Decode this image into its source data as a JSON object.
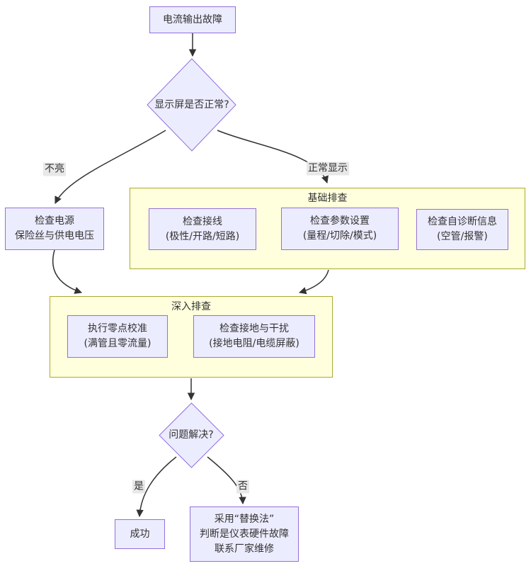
{
  "colors": {
    "node_fill": "#ececff",
    "node_border": "#9370db",
    "group_fill": "#ffffde",
    "group_border": "#aaaa33",
    "edge_stroke": "#333333",
    "edge_label_bg": "#e8e8e8",
    "text": "#333333",
    "background": "#ffffff"
  },
  "flowchart": {
    "nodes": {
      "start": {
        "lines": [
          "电流输出故障"
        ]
      },
      "display_check": {
        "lines": [
          "显示屏是否正常?"
        ]
      },
      "check_power": {
        "lines": [
          "检查电源",
          "保险丝与供电电压"
        ]
      },
      "check_wiring": {
        "lines": [
          "检查接线",
          "(极性/开路/短路)"
        ]
      },
      "check_params": {
        "lines": [
          "检查参数设置",
          "(量程/切除/模式)"
        ]
      },
      "check_selfdiag": {
        "lines": [
          "检查自诊断信息",
          "(空管/报警)"
        ]
      },
      "zero_calibration": {
        "lines": [
          "执行零点校准",
          "(满管且零流量)"
        ]
      },
      "check_grounding": {
        "lines": [
          "检查接地与干扰",
          "(接地电阻/电缆屏蔽)"
        ]
      },
      "problem_solved": {
        "lines": [
          "问题解决?"
        ]
      },
      "success": {
        "lines": [
          "成功"
        ]
      },
      "replacement": {
        "lines": [
          "采用“替换法”",
          "判断是仪表硬件故障",
          "联系厂家维修"
        ]
      }
    },
    "groups": {
      "basic": {
        "title": "基础排查"
      },
      "deep": {
        "title": "深入排查"
      }
    },
    "edge_labels": {
      "not_lit": "不亮",
      "normal_display": "正常显示",
      "yes": "是",
      "no": "否"
    }
  }
}
